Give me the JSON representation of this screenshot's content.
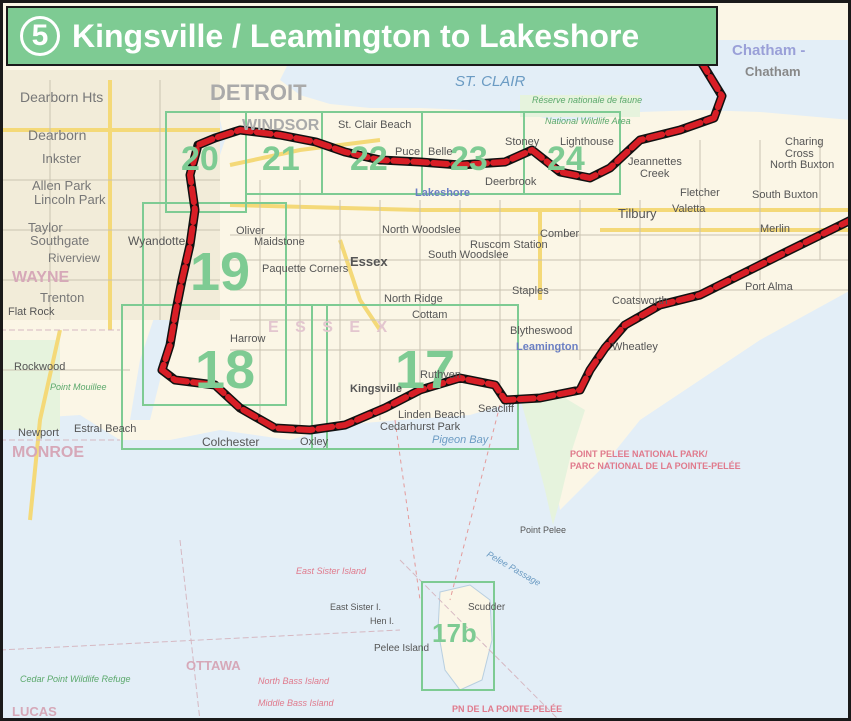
{
  "title": {
    "number": "5",
    "text": "Kingsville / Leamington to Lakeshore"
  },
  "colors": {
    "route": "#d81e26",
    "grid": "#7ecb93",
    "land": "#fbf6e6",
    "water": "#e3eef7",
    "park": "#e6f3dd",
    "highway": "#f4d978",
    "banner": "#7ecb93"
  },
  "grid_sections": [
    "20",
    "21",
    "22",
    "23",
    "24",
    "19",
    "18",
    "17",
    "17b"
  ],
  "places": {
    "detroit": "DETROIT",
    "windsor": "WINDSOR",
    "st_clair_lake": "ST. CLAIR",
    "st_clair_beach": "St. Clair Beach",
    "belle": "Belle",
    "puce": "Puce",
    "stoney": "Stoney",
    "lighthouse": "Lighthouse",
    "lakeshore": "Lakeshore",
    "deerbrook": "Deerbrook",
    "jeannettes": "Jeannettes",
    "creek": "Creek",
    "chatham": "Chatham",
    "chatham_county": "Chatham -",
    "reserve": "Réserve nationale de faune",
    "nwa": "National Wildlife Area",
    "charing": "Charing",
    "cross": "Cross",
    "north_buxton": "North Buxton",
    "south_buxton": "South Buxton",
    "fletcher": "Fletcher",
    "valetta": "Valetta",
    "tilbury": "Tilbury",
    "merlin": "Merlin",
    "comber": "Comber",
    "north_woodslee": "North Woodslee",
    "south_woodslee": "South Woodslee",
    "ruscom": "Ruscom Station",
    "essex": "Essex",
    "oliver": "Oliver",
    "maidstone": "Maidstone",
    "paquette": "Paquette Corners",
    "north_ridge": "North Ridge",
    "cottam": "Cottam",
    "staples": "Staples",
    "blytheswood": "Blytheswood",
    "leamington": "Leamington",
    "coatsworth": "Coatsworth",
    "port_alma": "Port Alma",
    "wheatley": "Wheatley",
    "kingsville": "Kingsville",
    "ruthven": "Ruthven",
    "linden_beach": "Linden Beach",
    "cedarhurst": "Cedarhurst Park",
    "seacliff": "Seacliff",
    "pigeon_bay": "Pigeon Bay",
    "colchester": "Colchester",
    "oxley": "Oxley",
    "harrow": "Harrow",
    "wyandotte": "Wyandotte",
    "dearborn_hts": "Dearborn Hts",
    "dearborn": "Dearborn",
    "inkster": "Inkster",
    "allen_park": "Allen Park",
    "lincoln_park": "Lincoln Park",
    "taylor": "Taylor",
    "southgate": "Southgate",
    "riverview": "Riverview",
    "wayne": "WAYNE",
    "trenton": "Trenton",
    "flat_rock": "Flat Rock",
    "rockwood": "Rockwood",
    "point_mouillee": "Point Mouillee",
    "newport": "Newport",
    "estral_beach": "Estral Beach",
    "monroe": "MONROE",
    "point_pelee": "Point Pelee",
    "ppnp": "POINT PELEE NATIONAL PARK/",
    "ppnp_fr": "PARC NATIONAL DE LA POINTE-PELÉE",
    "pelee_passage": "Pelee Passage",
    "east_sister": "East Sister Island",
    "east_sister_i": "East Sister I.",
    "hen_i": "Hen I.",
    "pelee_island": "Pelee Island",
    "scudder": "Scudder",
    "ottawa": "OTTAWA",
    "north_bass": "North Bass Island",
    "middle_bass": "Middle Bass Island",
    "pn_pelee": "PN DE LA POINTE-PELÉE",
    "cedar_point": "Cedar Point Wildlife Refuge",
    "lucas": "LUCAS",
    "essex_county": "E S S E X"
  }
}
